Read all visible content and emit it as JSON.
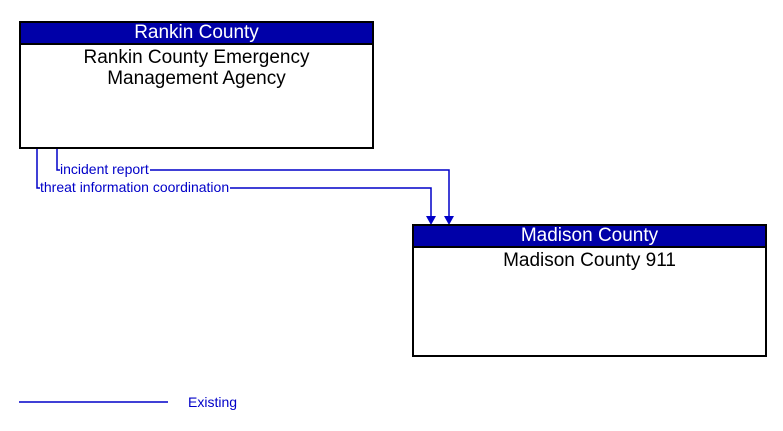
{
  "boxes": {
    "rankin": {
      "header": "Rankin County",
      "body": "Rankin County Emergency Management Agency"
    },
    "madison": {
      "header": "Madison County",
      "body": "Madison County 911"
    }
  },
  "flows": [
    {
      "label": "incident report",
      "from": "Rankin County Emergency Management Agency",
      "to": "Madison County 911",
      "status": "Existing"
    },
    {
      "label": "threat information coordination",
      "from": "Rankin County Emergency Management Agency",
      "to": "Madison County 911",
      "status": "Existing"
    }
  ],
  "legend": {
    "label": "Existing"
  },
  "colors": {
    "header_bg": "#0000a8",
    "header_text": "#ffffff",
    "body_text": "#000000",
    "flow_line": "#0000c8",
    "box_border": "#000000",
    "background": "#ffffff"
  }
}
